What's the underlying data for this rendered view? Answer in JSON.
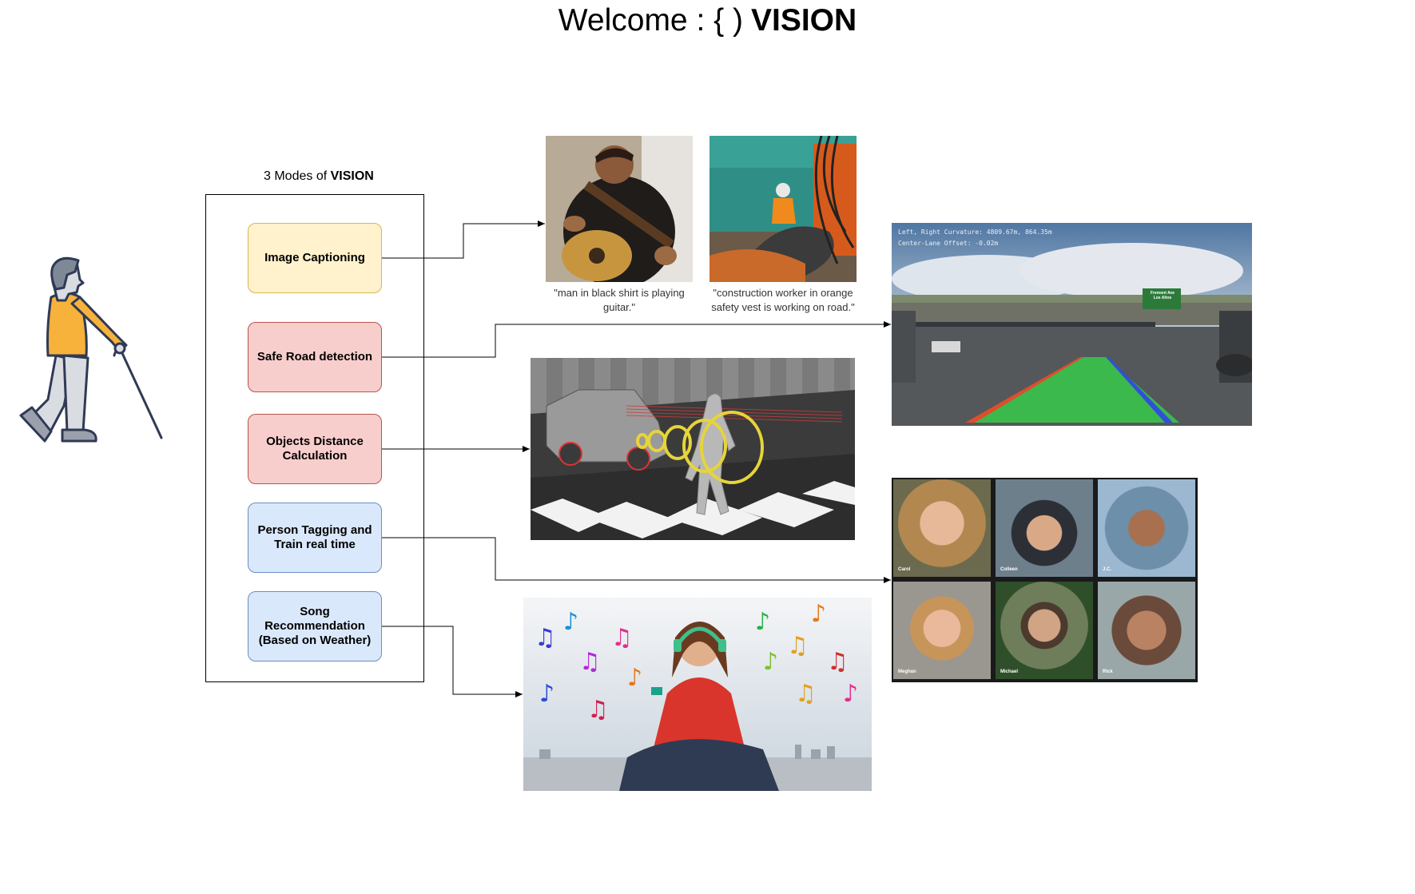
{
  "header": {
    "title_prefix": "Welcome : { )",
    "title_bold": "VISION"
  },
  "modes": {
    "caption_prefix": "3 Modes of",
    "caption_bold": "VISION",
    "items": [
      {
        "label": "Image Captioning",
        "color": "#fff2cc",
        "border": "#d6b656"
      },
      {
        "label": "Safe Road detection",
        "color": "#f8cecc",
        "border": "#b85450"
      },
      {
        "label": "Objects Distance\nCalculation",
        "color": "#f8cecc",
        "border": "#b85450"
      },
      {
        "label": "Person Tagging and\nTrain real time",
        "color": "#dae8fc",
        "border": "#6c8ebf"
      },
      {
        "label": "Song\nRecommendation\n(Based on Weather)",
        "color": "#dae8fc",
        "border": "#6c8ebf"
      }
    ]
  },
  "captions": {
    "guitar": "\"man in black shirt is playing guitar.\"",
    "worker": "\"construction worker in orange safety vest is working on road.\""
  },
  "road": {
    "hud_line1": "Left, Right Curvature: 4809.67m, 864.35m",
    "hud_line2": "Center-Lane Offset: -0.02m",
    "sign": "Fremont Ave\nLos Altos"
  },
  "faces": {
    "names": [
      "Carol",
      "Colleen",
      "J.C.",
      "Meghan",
      "Michael",
      "Rick"
    ]
  }
}
